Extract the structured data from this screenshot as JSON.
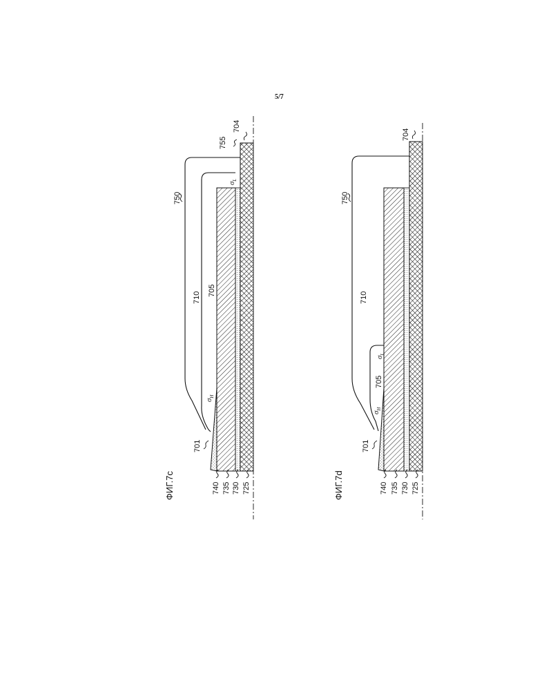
{
  "page_number": "5/7",
  "figures": [
    {
      "title": "ФИГ.7c",
      "labels": {
        "l750": "750",
        "l755": "755",
        "l704": "704",
        "l710": "710",
        "l705": "705",
        "l701": "701",
        "sigma_h": "σ",
        "sigma_h_sub": "H",
        "sigma_l": "σ",
        "sigma_l_sub": "L",
        "l740": "740",
        "l735": "735",
        "l730": "730",
        "l725": "725"
      }
    },
    {
      "title": "ФИГ.7d",
      "labels": {
        "l750": "750",
        "l704": "704",
        "l710": "710",
        "l705": "705",
        "l701": "701",
        "sigma_h": "σ",
        "sigma_h_sub": "H",
        "sigma_l": "σ",
        "sigma_l_sub": "L",
        "l740": "740",
        "l735": "735",
        "l730": "730",
        "l725": "725"
      }
    }
  ]
}
